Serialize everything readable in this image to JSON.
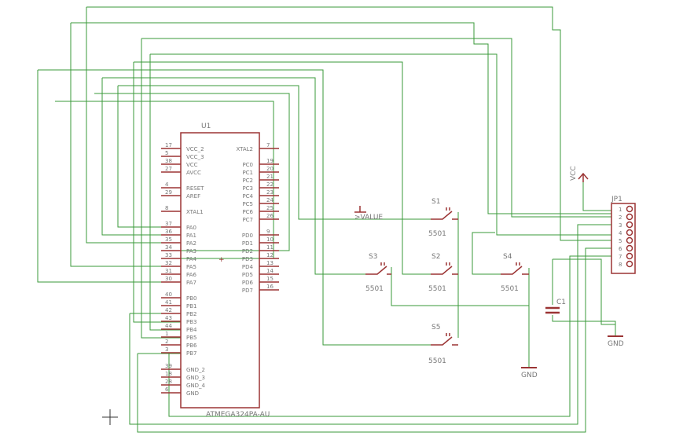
{
  "schematic": {
    "u1": {
      "name": "U1",
      "value": "ATMEGA324PA-AU",
      "left_pins": [
        {
          "num": "17",
          "name": "VCC_2"
        },
        {
          "num": "5",
          "name": "VCC_3"
        },
        {
          "num": "38",
          "name": "VCC"
        },
        {
          "num": "27",
          "name": "AVCC"
        },
        {
          "num": "4",
          "name": "RESET"
        },
        {
          "num": "29",
          "name": "AREF"
        },
        {
          "num": "8",
          "name": "XTAL1"
        },
        {
          "num": "37",
          "name": "PA0"
        },
        {
          "num": "36",
          "name": "PA1"
        },
        {
          "num": "35",
          "name": "PA2"
        },
        {
          "num": "34",
          "name": "PA3"
        },
        {
          "num": "33",
          "name": "PA4"
        },
        {
          "num": "32",
          "name": "PA5"
        },
        {
          "num": "31",
          "name": "PA6"
        },
        {
          "num": "30",
          "name": "PA7"
        },
        {
          "num": "40",
          "name": "PB0"
        },
        {
          "num": "41",
          "name": "PB1"
        },
        {
          "num": "42",
          "name": "PB2"
        },
        {
          "num": "43",
          "name": "PB3"
        },
        {
          "num": "44",
          "name": "PB4"
        },
        {
          "num": "1",
          "name": "PB5"
        },
        {
          "num": "2",
          "name": "PB6"
        },
        {
          "num": "3",
          "name": "PB7"
        },
        {
          "num": "39",
          "name": "GND_2"
        },
        {
          "num": "18",
          "name": "GND_3"
        },
        {
          "num": "28",
          "name": "GND_4"
        },
        {
          "num": "6",
          "name": "GND"
        }
      ],
      "right_pins": [
        {
          "num": "7",
          "name": "XTAL2"
        },
        {
          "num": "19",
          "name": "PC0"
        },
        {
          "num": "20",
          "name": "PC1"
        },
        {
          "num": "21",
          "name": "PC2"
        },
        {
          "num": "22",
          "name": "PC3"
        },
        {
          "num": "23",
          "name": "PC4"
        },
        {
          "num": "24",
          "name": "PC5"
        },
        {
          "num": "25",
          "name": "PC6"
        },
        {
          "num": "26",
          "name": "PC7"
        },
        {
          "num": "9",
          "name": "PD0"
        },
        {
          "num": "10",
          "name": "PD1"
        },
        {
          "num": "11",
          "name": "PD2"
        },
        {
          "num": "12",
          "name": "PD3"
        },
        {
          "num": "13",
          "name": "PD4"
        },
        {
          "num": "14",
          "name": "PD5"
        },
        {
          "num": "15",
          "name": "PD6"
        },
        {
          "num": "16",
          "name": "PD7"
        }
      ]
    },
    "switches": [
      {
        "name": "S1",
        "value": "5501"
      },
      {
        "name": "S2",
        "value": "5501"
      },
      {
        "name": "S3",
        "value": "5501"
      },
      {
        "name": "S4",
        "value": "5501"
      },
      {
        "name": "S5",
        "value": "5501"
      }
    ],
    "capacitor": {
      "name": "C1"
    },
    "connector": {
      "name": "JP1",
      "pins": [
        "1",
        "2",
        "3",
        "4",
        "5",
        "6",
        "7",
        "8"
      ]
    },
    "supply": {
      "vcc": "VCC",
      "gnd_c1": "GND",
      "gnd_s4": "GND"
    },
    "value_label": ">VALUE",
    "icons": {
      "cursor": "crosshair-cursor-icon",
      "ground": "ground-symbol-icon",
      "supply": "vcc-supply-icon"
    }
  }
}
